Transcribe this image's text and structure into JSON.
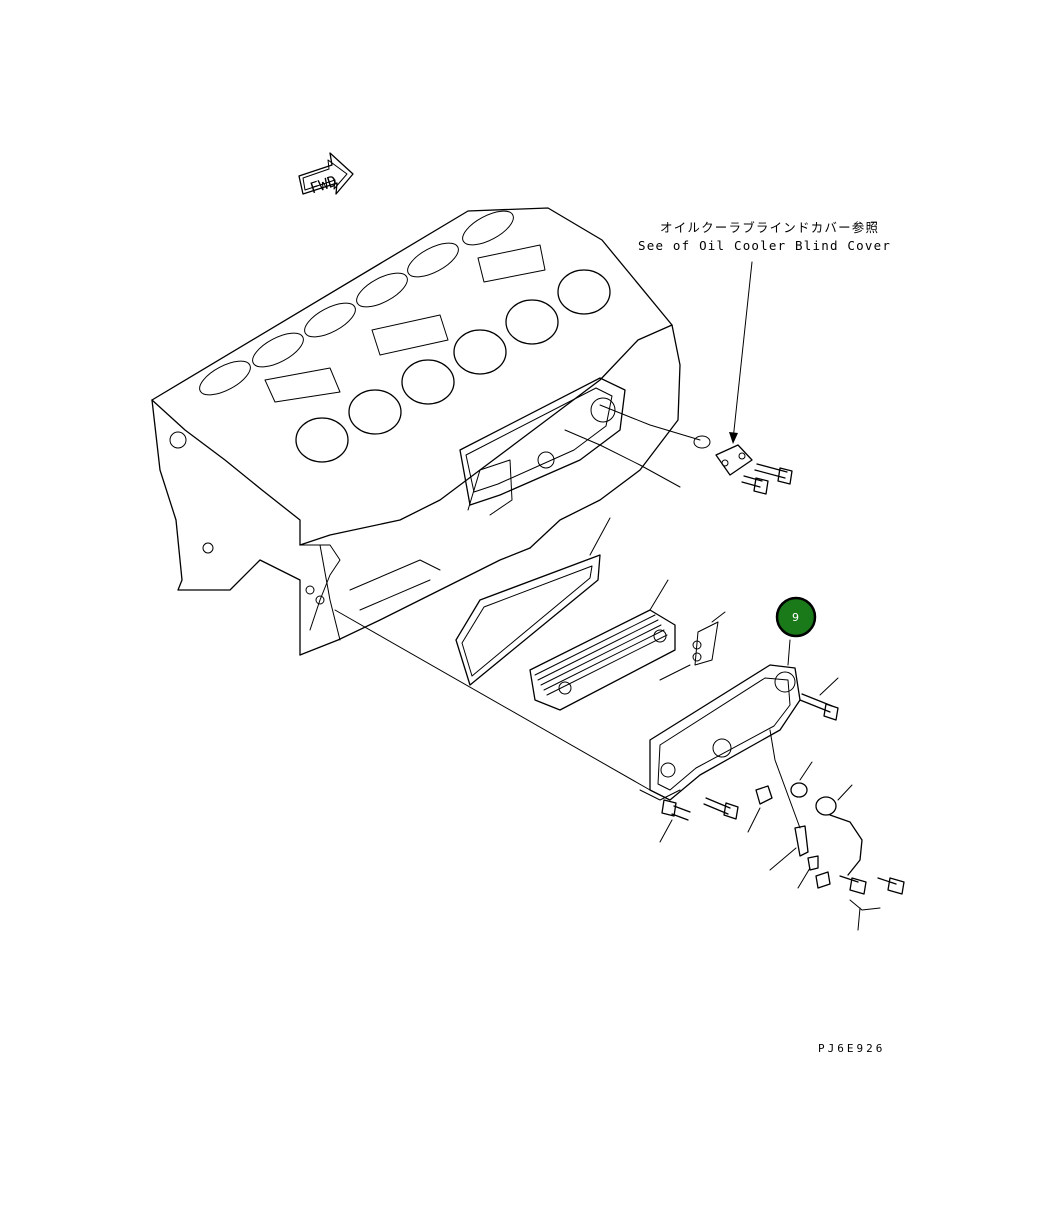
{
  "direction_label": "FWD",
  "reference_note": {
    "jp": "オイルクーラブラインドカバー参照",
    "en": "See of Oil Cooler Blind Cover"
  },
  "part_badge": {
    "number": "9",
    "color": "#1a7a1a"
  },
  "drawing_code": "PJ6E926"
}
